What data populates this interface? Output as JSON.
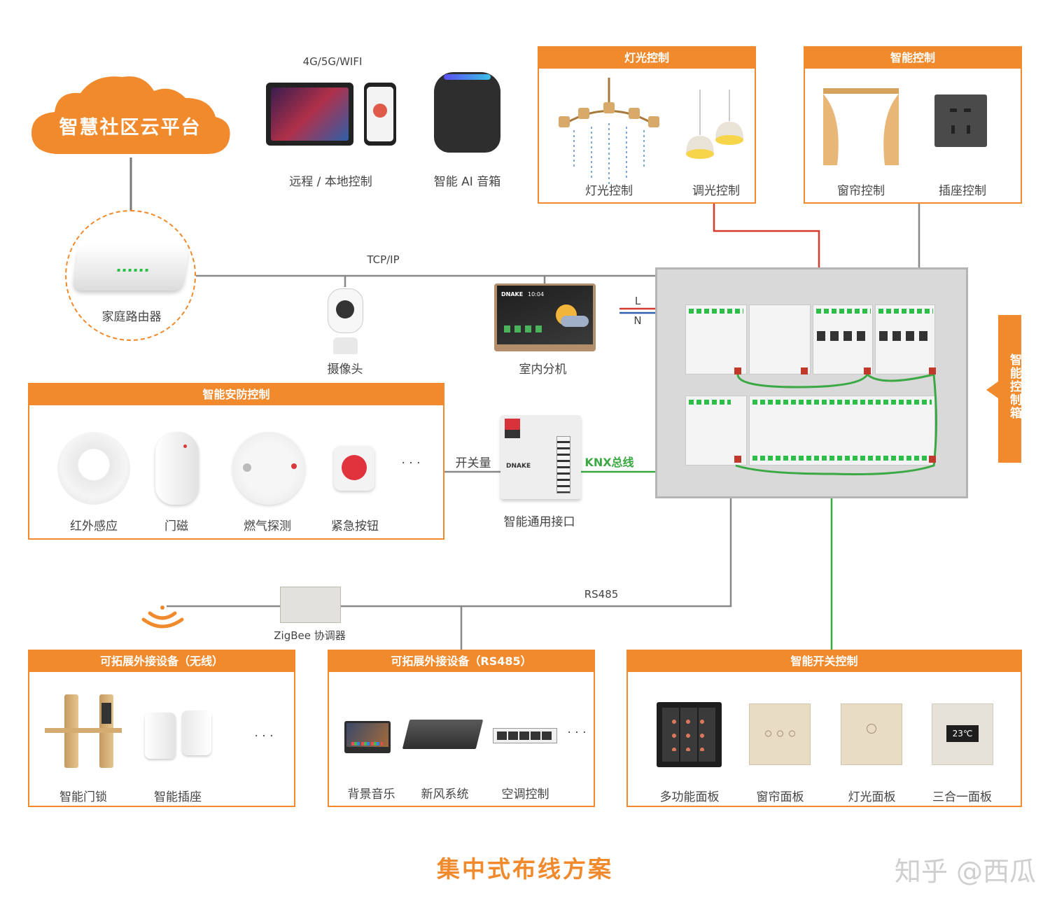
{
  "cloud": {
    "label": "智慧社区云平台"
  },
  "devices_top": {
    "network_label": "4G/5G/WIFI",
    "remote_label": "远程 / 本地控制",
    "speaker_label": "智能 AI 音箱"
  },
  "router": {
    "label": "家庭路由器"
  },
  "tcpip_label": "TCP/IP",
  "camera": {
    "label": "摄像头"
  },
  "indoor": {
    "label": "室内分机",
    "brand": "DNAKE",
    "time": "10:04"
  },
  "power": {
    "l": "L",
    "n": "N"
  },
  "cabinet_side": {
    "label": "智能控制箱"
  },
  "lighting_panel": {
    "title": "灯光控制",
    "items": [
      "灯光控制",
      "调光控制"
    ]
  },
  "smart_panel": {
    "title": "智能控制",
    "items": [
      "窗帘控制",
      "插座控制"
    ]
  },
  "security_panel": {
    "title": "智能安防控制",
    "items": [
      "红外感应",
      "门磁",
      "燃气探测",
      "紧急按钮"
    ],
    "more": "· · ·"
  },
  "switch_signal": "开关量",
  "interface": {
    "label": "智能通用接口",
    "brand": "DNAKE"
  },
  "knx_label": "KNX总线",
  "rs485_label": "RS485",
  "zigbee": {
    "label": "ZigBee 协调器"
  },
  "wireless_panel": {
    "title": "可拓展外接设备（无线）",
    "items": [
      "智能门锁",
      "智能插座"
    ],
    "more": "· · ·"
  },
  "rs485_panel": {
    "title": "可拓展外接设备（RS485）",
    "items": [
      "背景音乐",
      "新风系统",
      "空调控制"
    ],
    "more": "· · ·"
  },
  "switch_panel": {
    "title": "智能开关控制",
    "items": [
      "多功能面板",
      "窗帘面板",
      "灯光面板",
      "三合一面板"
    ],
    "thermo": "23℃"
  },
  "footer": {
    "title": "集中式布线方案",
    "watermark": "知乎 @西瓜"
  },
  "colors": {
    "orange": "#f08a2c",
    "knx_green": "#3aa843",
    "red_line": "#d63a2f",
    "wire_gray": "#888888"
  }
}
